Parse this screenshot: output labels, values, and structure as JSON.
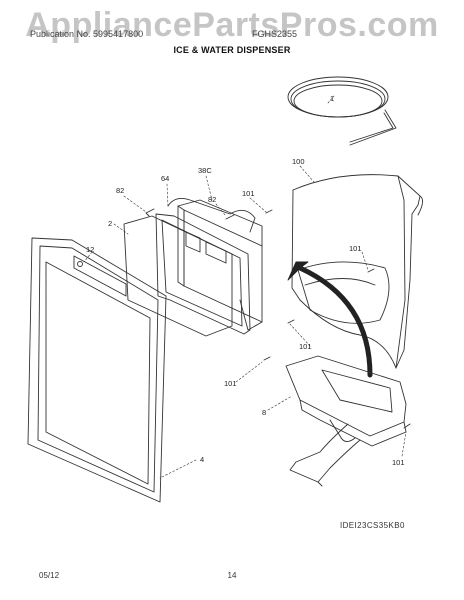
{
  "watermark": "AppliancePartsPros.com",
  "header": {
    "left": "Publication No. 5995417800",
    "right": "FGHS2355",
    "section_title": "ICE & WATER DISPENSER"
  },
  "callouts": {
    "c1": "1",
    "c100": "100",
    "c38c": "38C",
    "c64": "64",
    "c82a": "82",
    "c82b": "82",
    "c101a": "101",
    "c101b": "101",
    "c101c": "101",
    "c101d": "101",
    "c101e": "101",
    "c2": "2",
    "c12": "12",
    "c8": "8",
    "c4": "4"
  },
  "model_code": "IDEI23CS35KB0",
  "footer": {
    "date": "05/12",
    "page": "14"
  }
}
